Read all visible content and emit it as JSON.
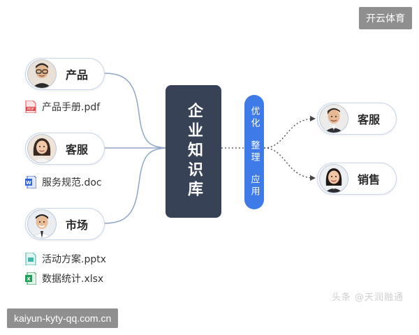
{
  "watermarks": {
    "top_right": "开云体育",
    "bottom_left": "kaiyun-kyty-qq.com.cn",
    "logo": "头条 @天润融通"
  },
  "hub": {
    "label": "企业知识库"
  },
  "process": {
    "steps": [
      "优化",
      "整理",
      "应用"
    ]
  },
  "inputs": [
    {
      "label": "产品",
      "avatar": "man-glasses-avatar",
      "files": [
        {
          "name": "产品手册.pdf",
          "type": "pdf"
        }
      ]
    },
    {
      "label": "客服",
      "avatar": "woman-avatar",
      "files": [
        {
          "name": "服务规范.doc",
          "type": "doc"
        }
      ]
    },
    {
      "label": "市场",
      "avatar": "man-avatar",
      "files": [
        {
          "name": "活动方案.pptx",
          "type": "pptx"
        },
        {
          "name": "数据统计.xlsx",
          "type": "xlsx"
        }
      ]
    }
  ],
  "outputs": [
    {
      "label": "客服",
      "avatar": "man-avatar"
    },
    {
      "label": "销售",
      "avatar": "woman-avatar"
    }
  ],
  "colors": {
    "hub": "#374257",
    "process": "#3e7be8",
    "connector": "#8fa6c8",
    "pill_border": "#c7d6ea",
    "pdf": "#e24b4b",
    "doc": "#2f63d6",
    "pptx": "#3fb6a8",
    "xlsx": "#1f9d55"
  }
}
